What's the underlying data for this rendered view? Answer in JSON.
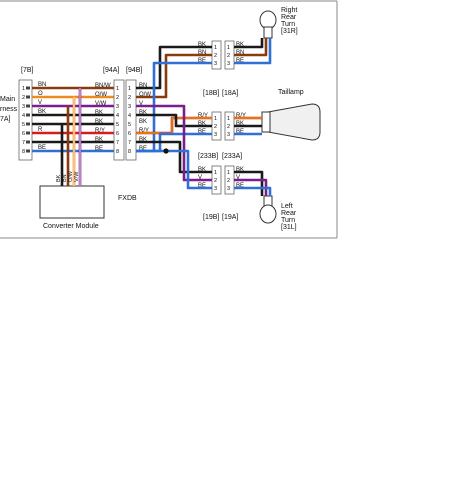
{
  "colors": {
    "BK": "#1a1a1a",
    "BN": "#8b3a0e",
    "O": "#f08a1a",
    "V": "#7a1e8c",
    "R": "#d21e1e",
    "Y": "#f2d000",
    "BE": "#2f6fd6",
    "W": "#ffffff",
    "GY": "#9a9a9a"
  },
  "labels": {
    "main_harness": [
      "Main",
      "rness",
      "7A]"
    ],
    "conn_7b": "[7B]",
    "conn_94a": "[94A]",
    "conn_94b": "[94B]",
    "conn_18b": "[18B]",
    "conn_18a": "[18A]",
    "conn_233b": "[233B]",
    "conn_233a": "[233A]",
    "conn_19b": "[19B]",
    "conn_19a": "[19A]",
    "fxdb": "FXDB",
    "converter": "Converter Module",
    "taillamp": "Taillamp",
    "right_turn": [
      "Right",
      "Rear",
      "Turn",
      "[31R]"
    ],
    "left_turn": [
      "Left",
      "Rear",
      "Turn",
      "[31L]"
    ]
  },
  "connector_7b": {
    "wires": [
      "BN",
      "O",
      "V",
      "BK",
      "R",
      "BE"
    ],
    "pins": [
      "1",
      "2",
      "3",
      "4",
      "5",
      "6",
      "7",
      "8"
    ],
    "wire_labels": [
      "BN",
      "O",
      "V",
      "BK",
      "R",
      "BE"
    ]
  },
  "connector_94": {
    "left_labels": [
      "BN/W",
      "O/W",
      "V/W",
      "BK",
      "BK",
      "R/Y",
      "BK",
      "BE"
    ],
    "right_labels": [
      "BN",
      "O/W",
      "V",
      "BK",
      "BK",
      "R/Y",
      "BK",
      "BE"
    ],
    "pins": [
      "1",
      "2",
      "3",
      "4",
      "5",
      "6",
      "7",
      "8"
    ]
  },
  "connector_18": {
    "pins": [
      "1",
      "2",
      "3"
    ],
    "wires": [
      "BK",
      "BN",
      "BE"
    ]
  },
  "connector_233": {
    "pins": [
      "1",
      "2",
      "3"
    ],
    "wires": [
      "R/Y",
      "BK",
      "BE"
    ]
  },
  "connector_19": {
    "pins": [
      "1",
      "2",
      "3"
    ],
    "wires": [
      "BK",
      "V",
      "BE"
    ]
  },
  "converter_wires": [
    "BK",
    "BN",
    "O/W",
    "V/W"
  ]
}
